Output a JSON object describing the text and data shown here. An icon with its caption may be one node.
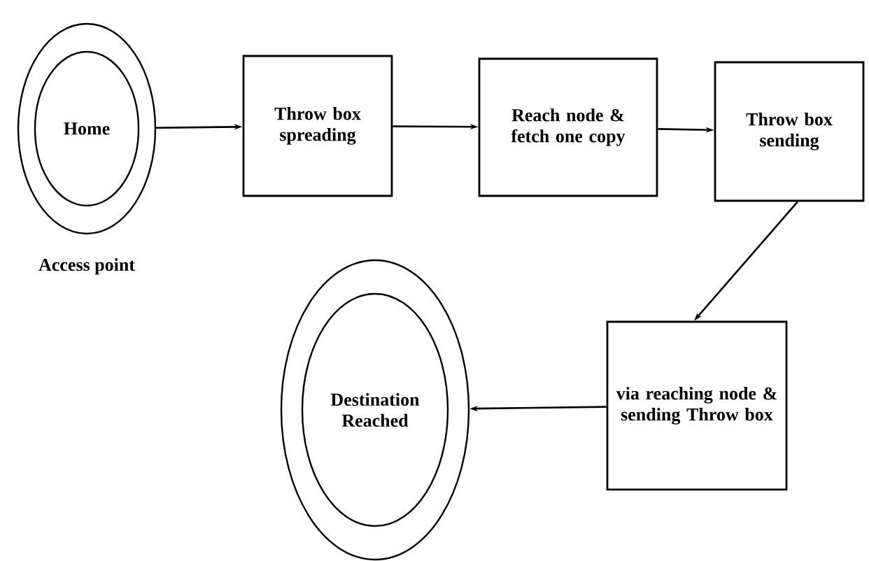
{
  "diagram": {
    "nodes": [
      {
        "text": [
          "Home"
        ],
        "beside": [
          "Access point"
        ]
      },
      {
        "text": [
          "Throw box spreading"
        ]
      },
      {
        "text": [
          "Reach node & fetch one copy"
        ]
      },
      {
        "text": [
          "Throw box sending"
        ]
      },
      {
        "text": [
          "via reaching node & sending Throw box"
        ]
      },
      {
        "text": [
          "Destination Reached"
        ]
      }
    ],
    "edges": [
      {
        "from": 0,
        "to": 1,
        "arrow": "to"
      },
      {
        "from": 1,
        "to": 2,
        "arrow": "to"
      },
      {
        "from": 2,
        "to": 3,
        "arrow": "to"
      },
      {
        "from": 3,
        "to": 4,
        "arrow": "to"
      },
      {
        "from": 4,
        "to": 5,
        "arrow": "to"
      }
    ]
  }
}
